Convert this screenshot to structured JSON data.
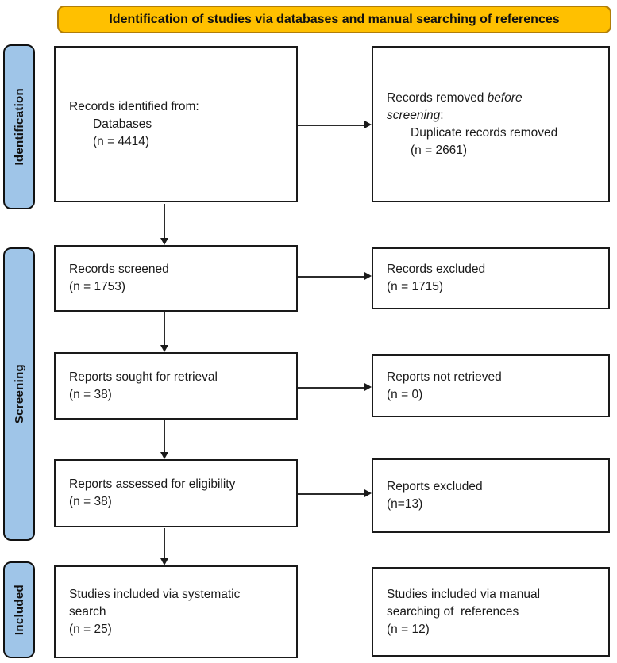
{
  "banner": {
    "title": "Identification of studies via databases and manual searching of references"
  },
  "colors": {
    "banner_bg": "#FFC000",
    "stage_bg": "#9FC5E8"
  },
  "stages": [
    {
      "label": "Identification"
    },
    {
      "label": "Screening"
    },
    {
      "label": "Included"
    }
  ],
  "boxes": {
    "records_identified": {
      "line1": "Records identified from:",
      "line2": "Databases",
      "line3": "(n = 4414)"
    },
    "records_removed": {
      "line1_normal": "Records removed ",
      "line1_italic": "before",
      "line2_italic": "screening",
      "line2_colon": ":",
      "line3": "Duplicate records removed",
      "line4": "(n = 2661)"
    },
    "records_screened": {
      "line1": "Records screened",
      "line2": "(n = 1753)"
    },
    "records_excluded": {
      "line1": "Records excluded",
      "line2": "(n = 1715)"
    },
    "reports_sought": {
      "line1": "Reports sought for retrieval",
      "line2": "(n = 38)"
    },
    "reports_not_retrieved": {
      "line1": "Reports not retrieved",
      "line2": "(n = 0)"
    },
    "reports_assessed": {
      "line1": "Reports assessed for eligibility",
      "line2": "(n = 38)"
    },
    "reports_excluded": {
      "line1": "Reports excluded",
      "line2": "(n=13)"
    },
    "included_systematic": {
      "line1": "Studies included via systematic",
      "line2": "search",
      "line3": "(n = 25)"
    },
    "included_manual": {
      "line1": "Studies included via manual",
      "line2": "searching of  references",
      "line3": "(n = 12)"
    }
  }
}
